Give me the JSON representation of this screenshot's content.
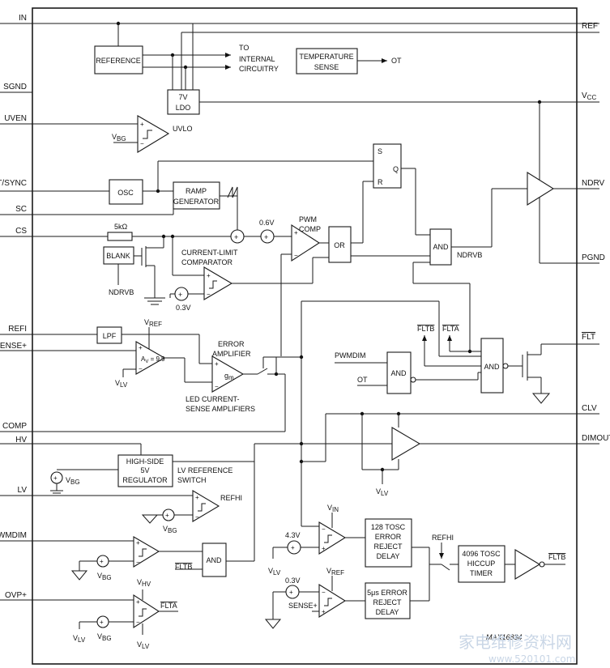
{
  "pins_left": {
    "in": "IN",
    "sgnd": "SGND",
    "uven": "UVEN",
    "rtsync": "RT/SYNC",
    "sc": "SC",
    "cs": "CS",
    "refi": "REFI",
    "sense": "SENSE+",
    "comp": "COMP",
    "hv": "HV",
    "lv": "LV",
    "pwmdim": "PWMDIM",
    "ovp": "OVP+"
  },
  "pins_right": {
    "ref": "REF",
    "vcc": "V",
    "vcc_sub": "CC",
    "ndrv": "NDRV",
    "pgnd": "PGND",
    "flt": "FLT",
    "clv": "CLV",
    "dimout": "DIMOUT"
  },
  "blocks": {
    "reference": "REFERENCE",
    "to_internal_1": "TO",
    "to_internal_2": "INTERNAL",
    "to_internal_3": "CIRCUITRY",
    "ldo_1": "7V",
    "ldo_2": "LDO",
    "temp_1": "TEMPERATURE",
    "temp_2": "SENSE",
    "ot_out": "OT",
    "uvlo": "UVLO",
    "osc": "OSC",
    "ramp_1": "RAMP",
    "ramp_2": "GENERATOR",
    "sr_s": "S",
    "sr_r": "R",
    "sr_q": "Q",
    "res_5k": "5kΩ",
    "v06": "0.6V",
    "pwm_1": "PWM",
    "pwm_2": "COMP",
    "or": "OR",
    "and_main": "AND",
    "ndrvb_out": "NDRVB",
    "blank": "BLANK",
    "ndrvb_in": "NDRVB",
    "cl_1": "CURRENT-LIMIT",
    "cl_2": "COMPARATOR",
    "v03": "0.3V",
    "lpf": "LPF",
    "av": "A",
    "av_sub": "V",
    "av_val": " = 9.9",
    "err_1": "ERROR",
    "err_2": "AMPLIFIER",
    "gm": "g",
    "gm_sub": "m",
    "led_1": "LED CURRENT-",
    "led_2": "SENSE AMPLIFIERS",
    "fltb": "FLTB",
    "flta": "FLTA",
    "pwmdim_in": "PWMDIM",
    "ot_in": "OT",
    "and_dim": "AND",
    "and_flt": "AND",
    "hs_1": "HIGH-SIDE",
    "hs_2": "5V",
    "hs_3": "REGULATOR",
    "lvsw_1": "LV REFERENCE",
    "lvsw_2": "SWITCH",
    "refhi": "REFHI",
    "and_pwm": "AND",
    "fltb_lbl": "FLTB",
    "flta_lbl": "FLTA",
    "v43": "4.3V",
    "v03b": "0.3V",
    "sense_in": "SENSE+",
    "d128_1": "128 TOSC",
    "d128_2": "ERROR",
    "d128_3": "REJECT",
    "d128_4": "DELAY",
    "d5_1": "5μs ERROR",
    "d5_2": "REJECT",
    "d5_3": "DELAY",
    "refhi2": "REFHI",
    "hic_1": "4096 TOSC",
    "hic_2": "HICCUP",
    "hic_3": "TIMER",
    "fltb_out": "FLTB",
    "part": "MAX16834"
  },
  "supply": {
    "v": "V",
    "bg": "BG",
    "lv": "LV",
    "ref": "REF",
    "in": "IN",
    "hv": "HV"
  },
  "watermark": {
    "cn": "家电维修资料网",
    "url": "www.520101.com"
  }
}
